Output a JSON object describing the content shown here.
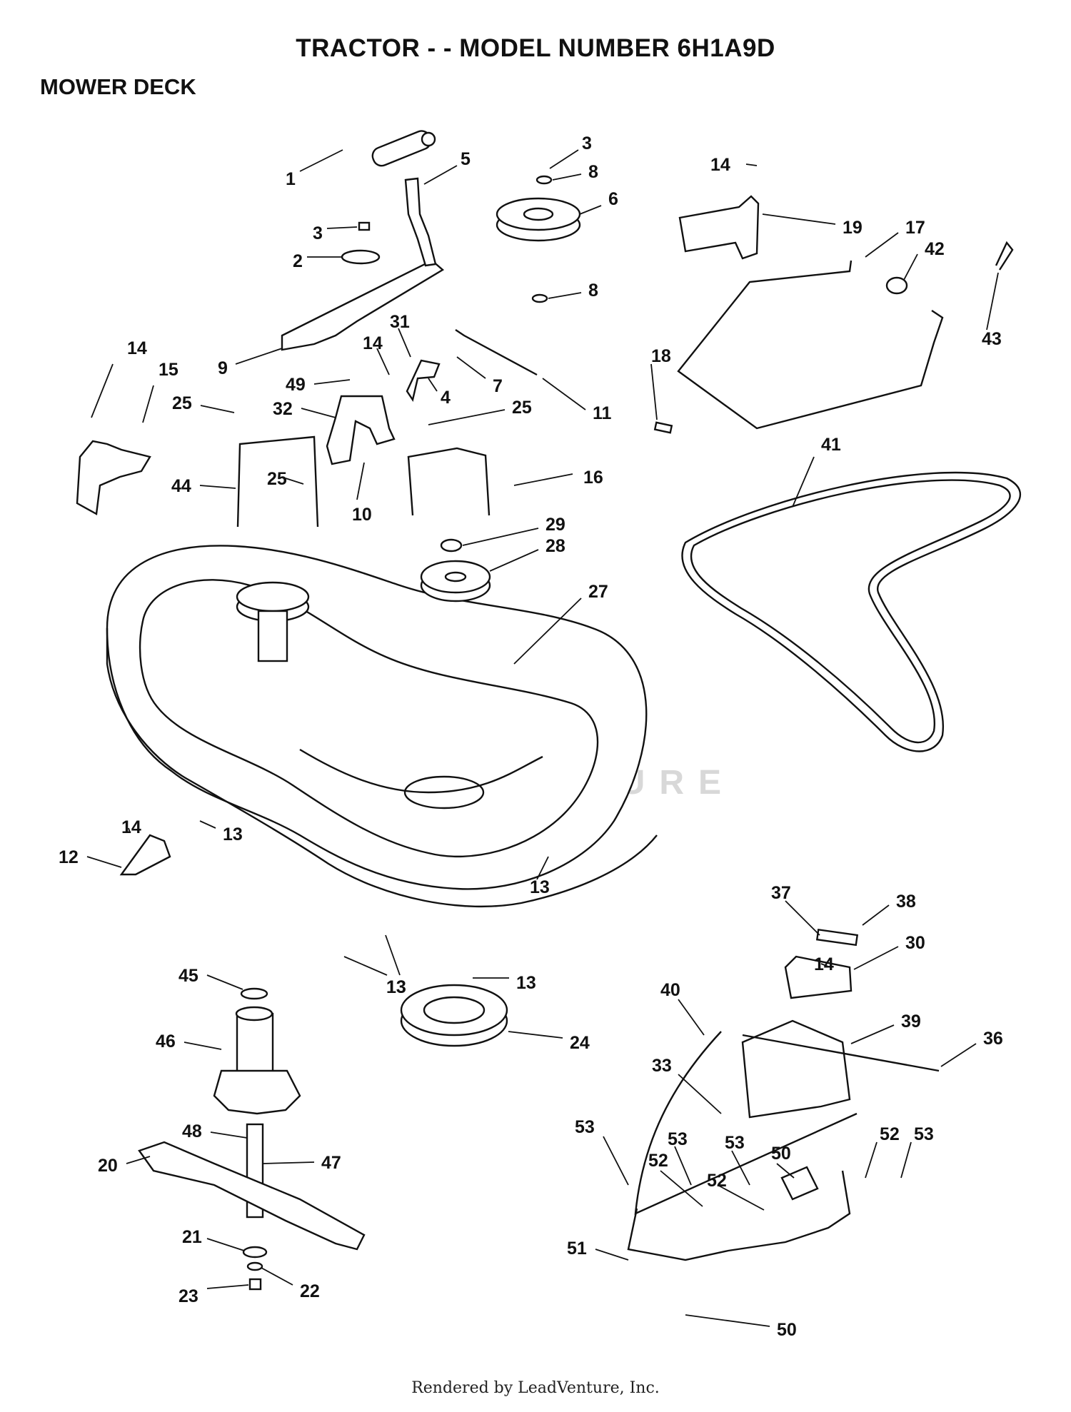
{
  "title": "TRACTOR - - MODEL NUMBER 6H1A9D",
  "section": "MOWER DECK",
  "footer": "Rendered by LeadVenture, Inc.",
  "watermark": "LEADVENTURE",
  "callouts": [
    "1",
    "2",
    "3",
    "3",
    "4",
    "5",
    "6",
    "7",
    "8",
    "8",
    "9",
    "10",
    "11",
    "12",
    "13",
    "13",
    "13",
    "13",
    "13",
    "14",
    "14",
    "14",
    "14",
    "14",
    "15",
    "16",
    "17",
    "18",
    "19",
    "20",
    "21",
    "22",
    "23",
    "24",
    "25",
    "25",
    "25",
    "27",
    "28",
    "29",
    "30",
    "31",
    "32",
    "33",
    "36",
    "37",
    "38",
    "39",
    "40",
    "41",
    "42",
    "43",
    "44",
    "45",
    "46",
    "47",
    "48",
    "49",
    "50",
    "50",
    "51",
    "52",
    "52",
    "52",
    "53",
    "53",
    "53",
    "53"
  ]
}
